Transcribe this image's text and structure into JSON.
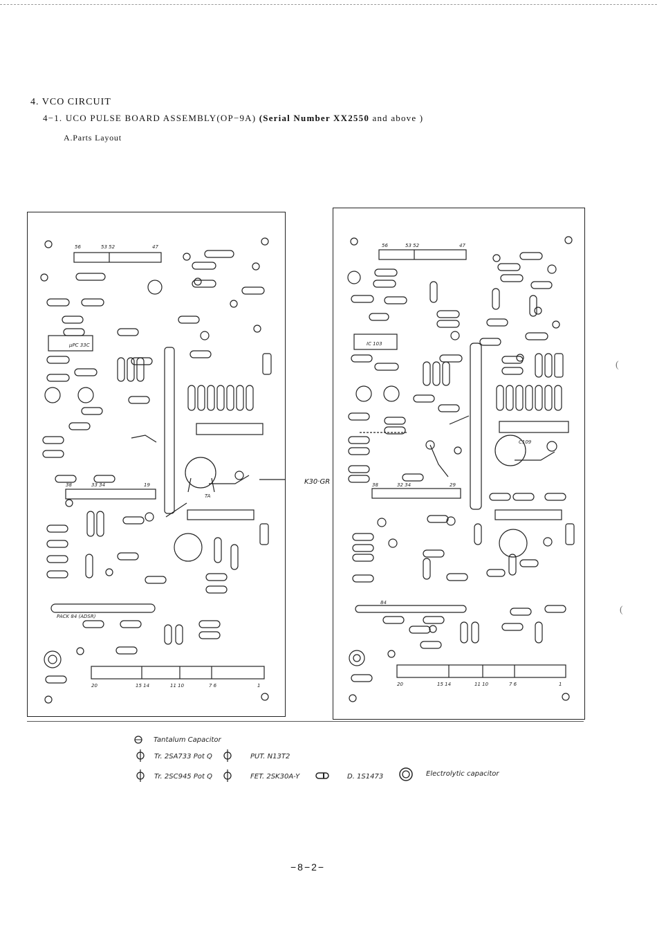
{
  "header": {
    "section": "4.   VCO CIRCUIT",
    "subsection_prefix": "4−1. UCO PULSE BOARD ASSEMBLY(OP−9A) ",
    "subsection_bold": "(Serial Number XX2550",
    "subsection_suffix": " and above )",
    "item": "A.Parts Layout"
  },
  "annotations": {
    "k30": "K30·GR"
  },
  "legend": {
    "tantalum": "Tantalum Capacitor",
    "tr_pnp": "Tr. 2SA733 Pot Q",
    "tr_npn": "Tr. 2SC945 Pot Q",
    "put": "PUT. N13T2",
    "fet": "FET. 2SK30A-Y",
    "diode": "D. 1S1473",
    "electrolytic": "Electrolytic capacitor"
  },
  "page_number": "−8−2−"
}
